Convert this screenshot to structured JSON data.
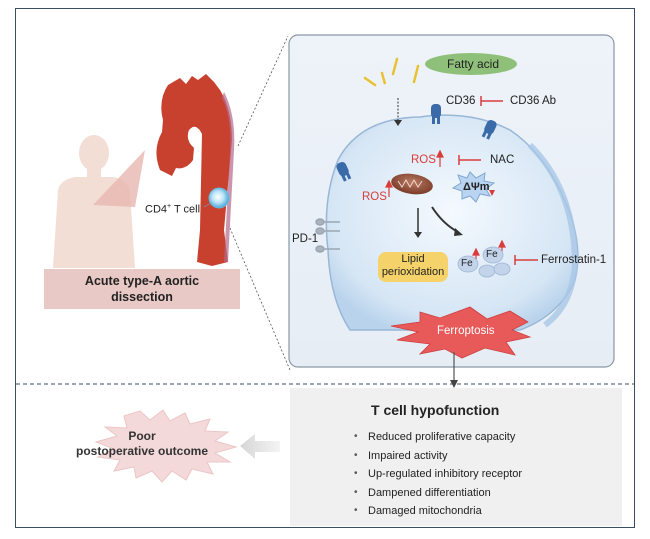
{
  "left_panel": {
    "cell_label": "CD4",
    "cell_label_sup": "+",
    "cell_label_suffix": " T cell",
    "disease_label_line1": "Acute type-A aortic",
    "disease_label_line2": "dissection"
  },
  "cell_panel": {
    "fatty_acid": "Fatty acid",
    "cd36": "CD36",
    "cd36_ab": "CD36 Ab",
    "ros_top": "ROS",
    "nac": "NAC",
    "ros_left": "ROS",
    "delta_psi_m": "ΔΨm",
    "pd1": "PD-1",
    "lipid_line1": "Lipid",
    "lipid_line2": "perioxidation",
    "fe1": "Fe",
    "fe2": "Fe",
    "ferrostatin": "Ferrostatin-1",
    "ferroptosis": "Ferroptosis"
  },
  "bottom": {
    "outcome_line1": "Poor",
    "outcome_line2": "postoperative outcome",
    "hypofunction_title": "T cell hypofunction",
    "hypofunction_items": [
      "Reduced proliferative capacity",
      "Impaired activity",
      "Up-regulated inhibitory receptor",
      "Dampened differentiation",
      "Damaged mitochondria"
    ]
  },
  "colors": {
    "frame": "#3b4e66",
    "aorta": "#c8402e",
    "cell_fill": "#dbe9f6",
    "inhibit_red": "#d93c3c",
    "fatty_acid_green": "#8fc07a",
    "lipid_yellow": "#f5d36a",
    "ferroptosis_red": "#e8595a",
    "receptor_blue": "#3a6aa8"
  }
}
